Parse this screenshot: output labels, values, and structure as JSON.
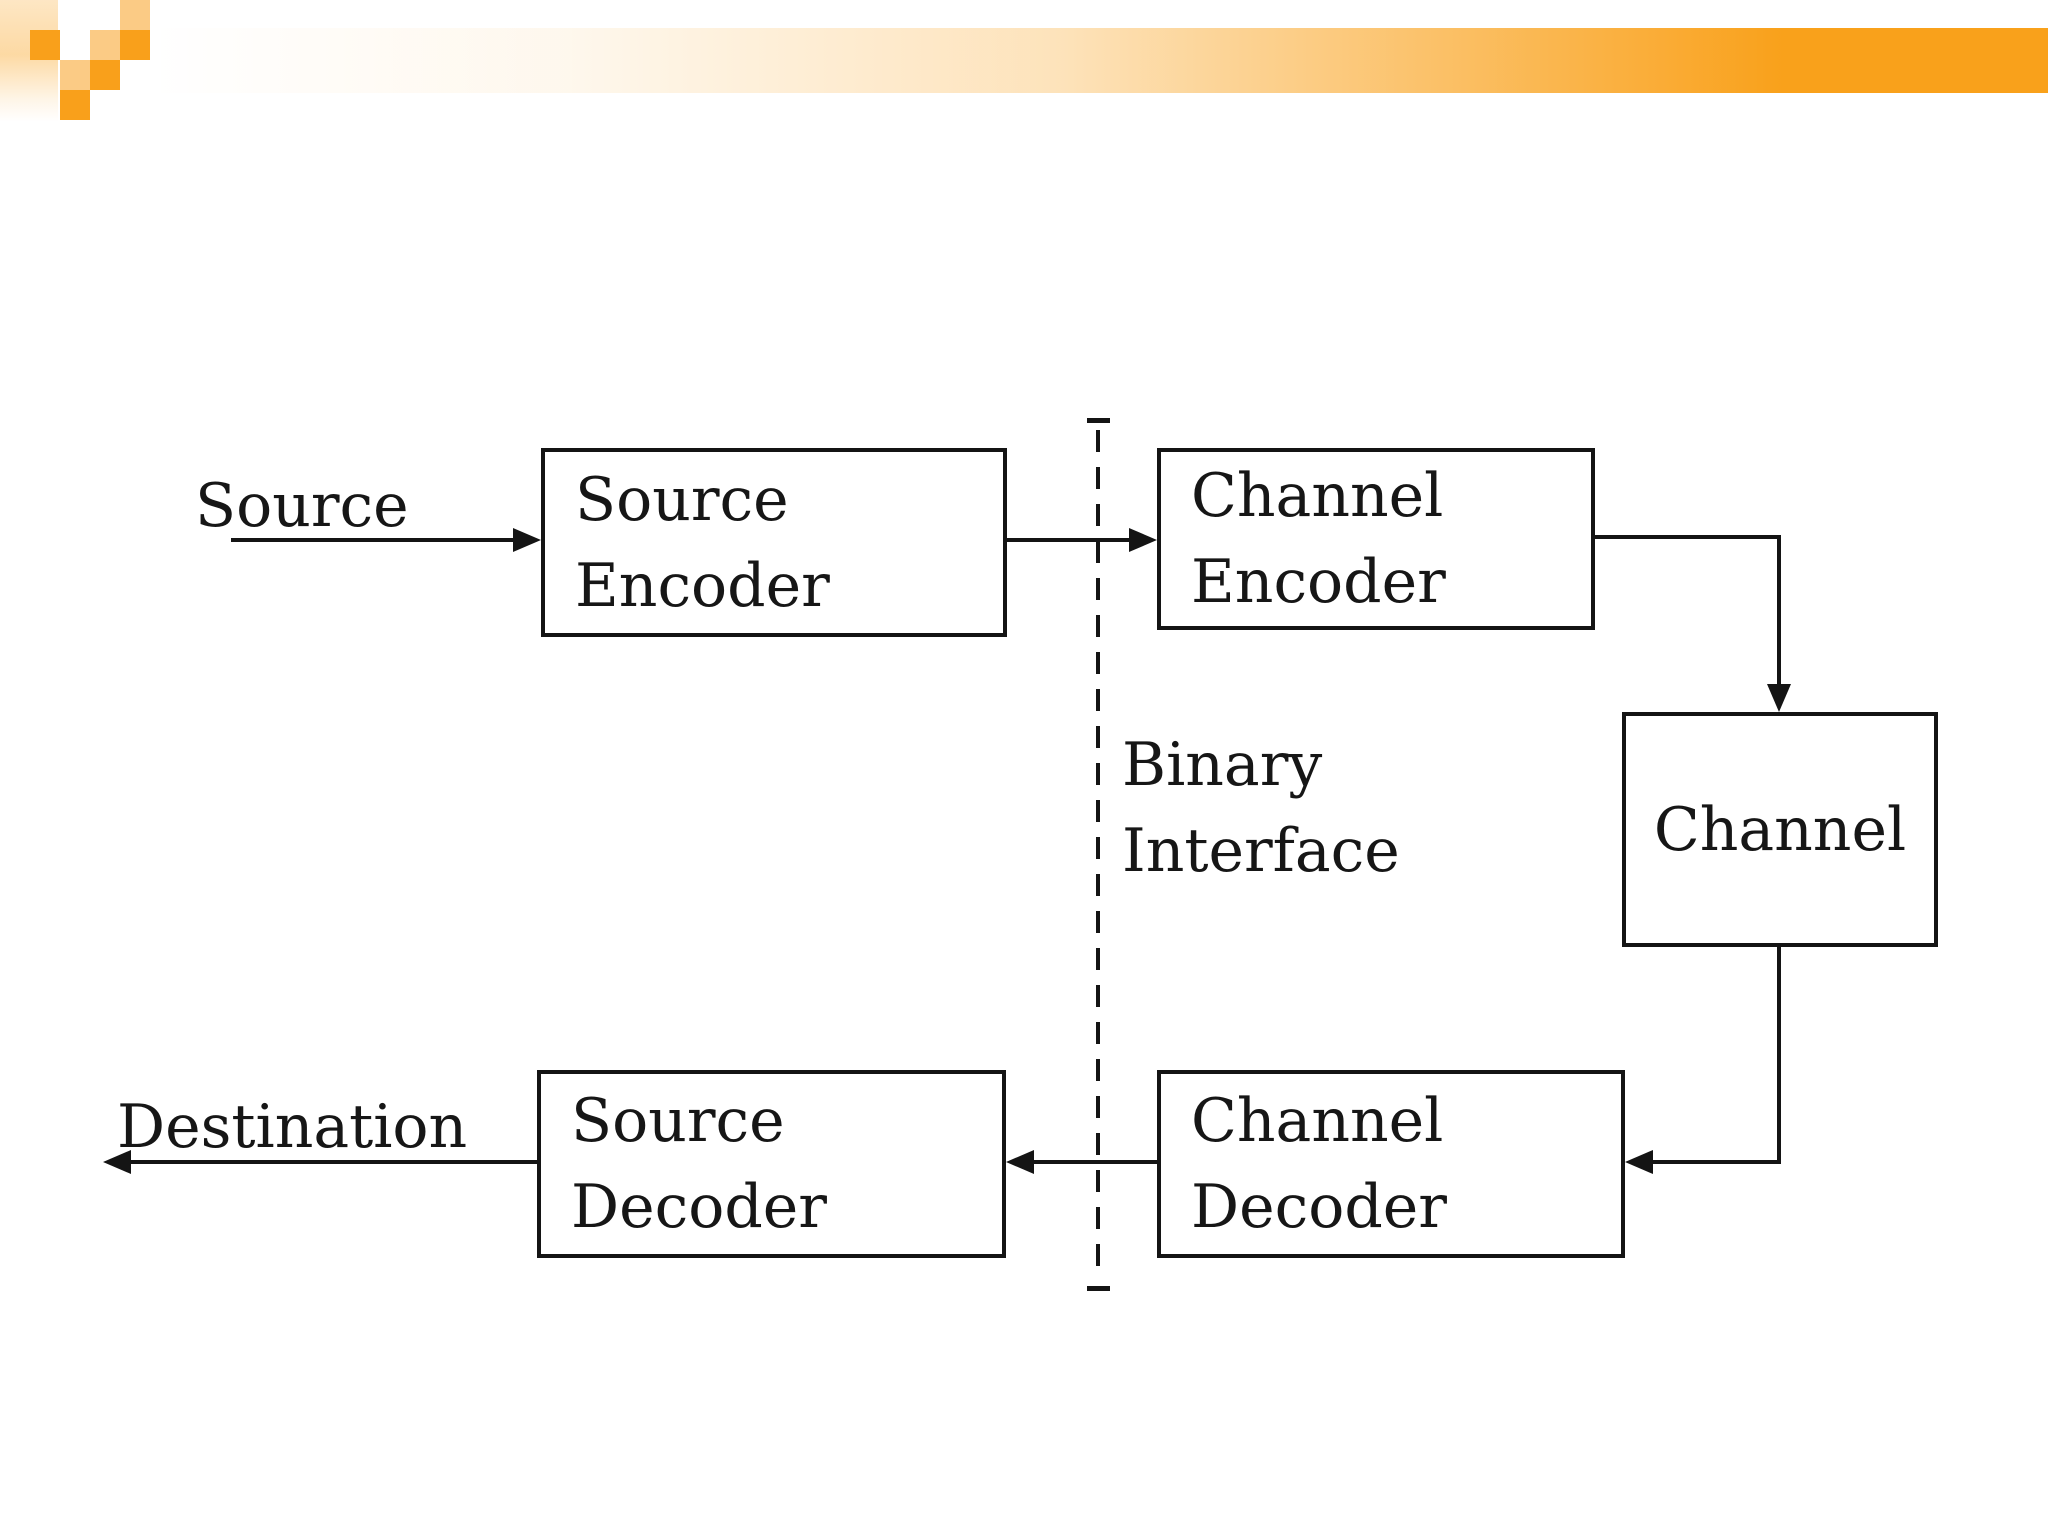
{
  "slide": {
    "colors": {
      "band": "#F9A11B",
      "square_solid": "#F9A01B",
      "square_light": "#FBCB85",
      "line": "#141414",
      "text": "#161616"
    },
    "diagram": {
      "source_label": "Source",
      "destination_label": "Destination",
      "binary_interface": {
        "line1": "Binary",
        "line2": "Interface"
      },
      "boxes": {
        "source_encoder": {
          "line1": "Source",
          "line2": "Encoder"
        },
        "channel_encoder": {
          "line1": "Channel",
          "line2": "Encoder"
        },
        "channel": {
          "label": "Channel"
        },
        "channel_decoder": {
          "line1": "Channel",
          "line2": "Decoder"
        },
        "source_decoder": {
          "line1": "Source",
          "line2": "Decoder"
        }
      }
    }
  }
}
